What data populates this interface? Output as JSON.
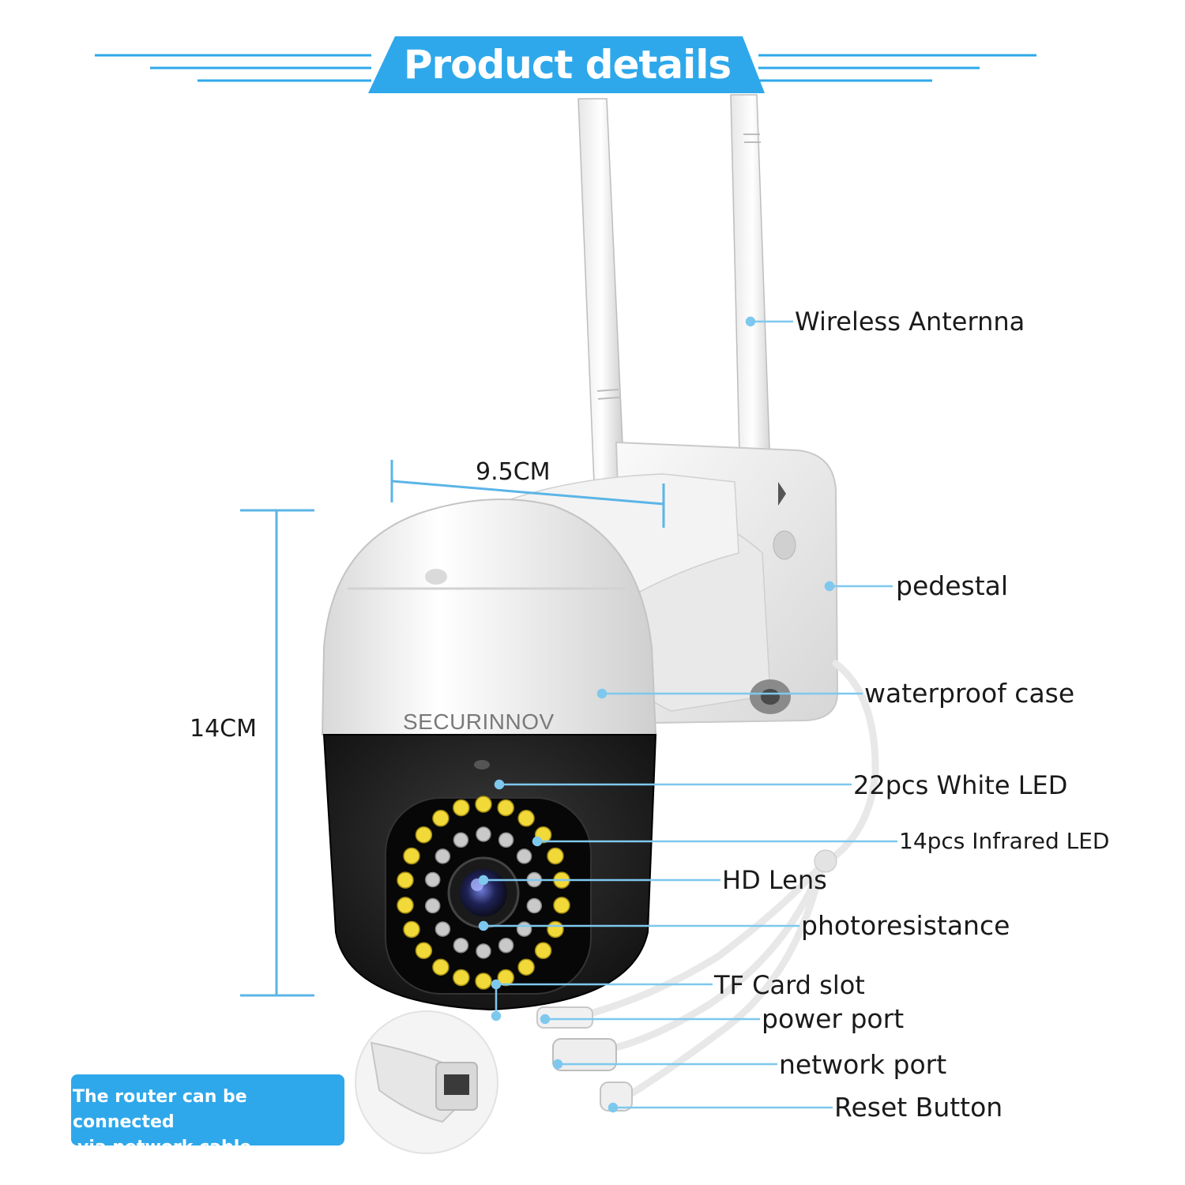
{
  "header": {
    "title": "Product details"
  },
  "dimensions": {
    "width_label": "9.5CM",
    "height_label": "14CM"
  },
  "brand": "SECURINNOV",
  "parts": [
    "Wireless Anternna",
    "pedestal",
    "waterproof case",
    "22pcs White LED",
    "14pcs Infrared LED",
    "HD Lens",
    "photoresistance",
    "TF Card slot",
    "power port",
    "network port",
    "Reset Button"
  ],
  "callout": {
    "line1": "The router can be connected",
    "line2": "via network cable"
  },
  "colors": {
    "accent": "#2ea8ea",
    "leader_line": "#7ec8ee",
    "white_led": "#f2d93a",
    "infrared_led": "#c9c9c9",
    "camera_body": "#f4f4f4",
    "camera_lower": "#1c1c1c"
  }
}
